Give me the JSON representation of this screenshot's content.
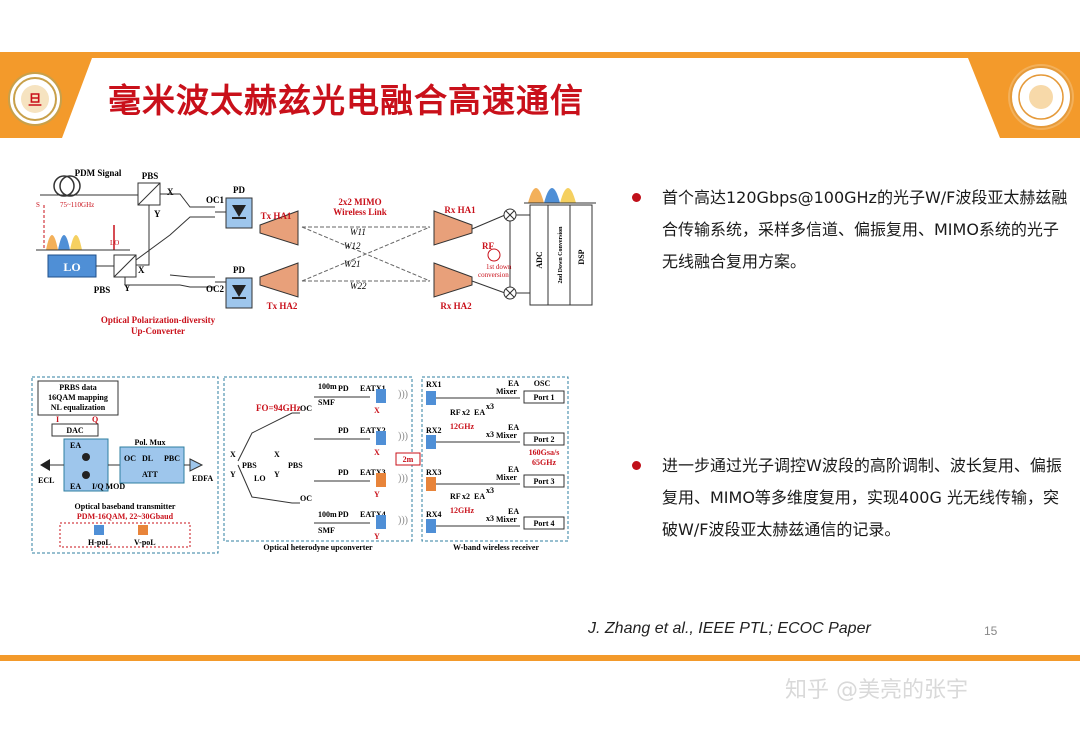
{
  "slide": {
    "title": "毫米波太赫兹光电融合高速通信",
    "page_number": "15",
    "citation": "J. Zhang et al., IEEE PTL;  ECOC Paper",
    "watermark": "知乎 @美亮的张宇",
    "accent_color": "#f39a2b",
    "title_color": "#c9101a"
  },
  "bullets": [
    {
      "text": "首个高达120Gbps@100GHz的光子W/F波段亚太赫兹融合传输系统，采样多信道、偏振复用、MIMO系统的光子无线融合复用方案。"
    },
    {
      "text": "进一步通过光子调控W波段的高阶调制、波长复用、偏振复用、MIMO等多维度复用，实现400G 光无线传输，突破W/F波段亚太赫兹通信的记录。"
    }
  ],
  "figure1": {
    "pdm_signal": "PDM Signal",
    "pbs_top": "PBS",
    "pbs_bottom": "PBS",
    "lo": "LO",
    "freq_range": "75~110GHz",
    "s_label": "S",
    "lo_small": "LO",
    "x1": "X",
    "y1": "Y",
    "x2": "X",
    "y2": "Y",
    "oc1": "OC1",
    "oc2": "OC2",
    "pd1": "PD",
    "pd2": "PD",
    "tx_ha1": "Tx HA1",
    "tx_ha2": "Tx HA2",
    "mimo_title1": "2x2 MIMO",
    "mimo_title2": "Wireless Link",
    "w11": "W11",
    "w12": "W12",
    "w21": "W21",
    "w22": "W22",
    "rx_ha1": "Rx HA1",
    "rx_ha2": "Rx HA2",
    "rf": "RF",
    "down1": "1st down",
    "down2": "conversion",
    "adc": "ADC",
    "second_down": "2nd Down Conversion",
    "dsp": "DSP",
    "caption1": "Optical Polarization-diversity",
    "caption2": "Up-Converter"
  },
  "figure2": {
    "prbs": "PRBS data",
    "qam": "16QAM mapping",
    "nl": "NL equalization",
    "i_label": "I",
    "q_label": "Q",
    "dac": "DAC",
    "ea_top": "EA",
    "ea_bottom": "EA",
    "iq_mod": "I/Q MOD",
    "ecl": "ECL",
    "pol_mux": "Pol. Mux",
    "oc": "OC",
    "dl": "DL",
    "pbc": "PBC",
    "att": "ATT",
    "edfa": "EDFA",
    "tx_caption1": "Optical baseband transmitter",
    "tx_caption2": "PDM-16QAM, 22~30Gbaud",
    "hpol": "H-poL",
    "vpol": "V-poL",
    "fo": "FO=94GHz",
    "pbs_a": "PBS",
    "pbs_b": "PBS",
    "lo2": "LO",
    "xa": "X",
    "ya": "Y",
    "xb": "X",
    "yb": "Y",
    "oc_a": "OC",
    "oc_b": "OC",
    "smf_a": "SMF",
    "smf_b": "SMF",
    "m100_a": "100m",
    "m100_b": "100m",
    "pd_labels": [
      "PD",
      "PD",
      "PD",
      "PD"
    ],
    "ea_tx": [
      "EATX1",
      "EATX2",
      "EATX3",
      "EATX4"
    ],
    "tx_pol": [
      "X",
      "X",
      "Y",
      "Y"
    ],
    "up_caption": "Optical heterodyne upconverter",
    "dist": "2m",
    "rx": [
      "RX1",
      "RX2",
      "RX3",
      "RX4"
    ],
    "rf_labels": [
      "RF",
      "RF"
    ],
    "x2": [
      "x2",
      "x2"
    ],
    "x3": [
      "x3",
      "x3",
      "x3",
      "x3"
    ],
    "ghz12": [
      "12GHz",
      "12GHz"
    ],
    "mixer": [
      "Mixer",
      "Mixer",
      "Mixer",
      "Mixer"
    ],
    "ea_rx": [
      "EA",
      "EA",
      "EA",
      "EA",
      "EA",
      "EA"
    ],
    "osc": "OSC",
    "ports": [
      "Port 1",
      "Port 2",
      "Port 3",
      "Port 4"
    ],
    "sample1": "160Gsa/s",
    "sample2": "65GHz",
    "rx_caption": "W-band wireless receiver"
  }
}
